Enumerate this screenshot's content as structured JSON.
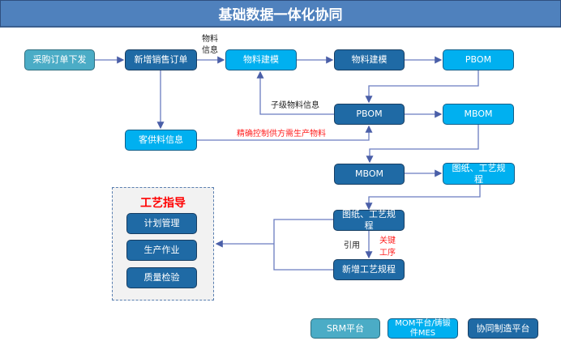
{
  "title": "基础数据一体化协同",
  "nodes": {
    "purchase_order": "采购订单下发",
    "new_sales_order": "新增销售订单",
    "material_modeling_1": "物料建模",
    "material_modeling_2": "物料建模",
    "pbom_top": "PBOM",
    "pbom_mid": "PBOM",
    "mbom_right": "MBOM",
    "customer_material": "客供料信息",
    "mbom_left": "MBOM",
    "drawings_process_light": "图纸、工艺规程",
    "drawings_process_dark": "图纸、工艺规程",
    "new_process_spec": "新增工艺规程"
  },
  "edge_labels": {
    "material_info": "物料\n信息",
    "child_material_info": "子级物料信息",
    "precise_control": "精确控制供方需生产物料",
    "reference": "引用",
    "key_process": "关键\n工序"
  },
  "process_guidance": {
    "title": "工艺指导",
    "items": [
      "计划管理",
      "生产作业",
      "质量检验"
    ]
  },
  "legend": [
    {
      "label": "SRM平台",
      "color": "#4bacc6"
    },
    {
      "label": "MOM平台/铸锻件MES",
      "color": "#00b0f0"
    },
    {
      "label": "协同制造平台",
      "color": "#1f6aa5"
    }
  ],
  "colors": {
    "title_bar": "#4f81bd",
    "srm": "#4bacc6",
    "mom": "#00b0f0",
    "collab": "#1f6aa5",
    "connector": "#4a5fa8",
    "highlight": "#ff0000"
  }
}
